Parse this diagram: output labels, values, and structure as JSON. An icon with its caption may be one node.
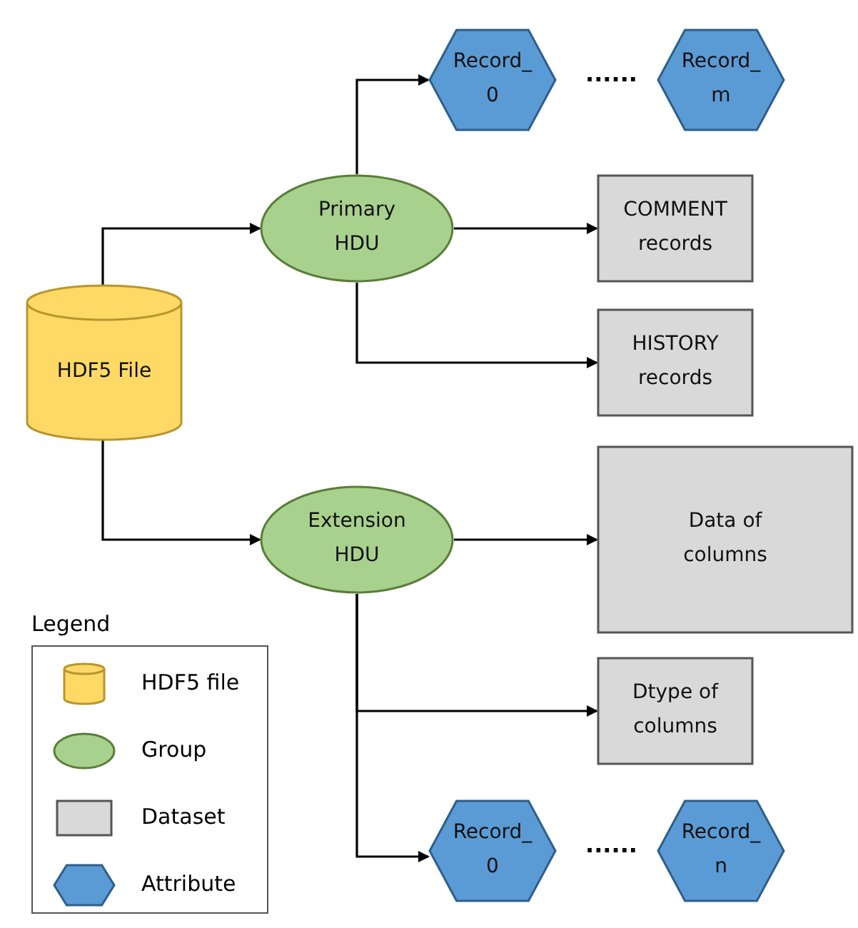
{
  "diagram": {
    "nodes": [
      {
        "text": [
          "HDF5 File"
        ]
      },
      {
        "text": [
          "Primary HDU"
        ]
      },
      {
        "text": [
          "Record_ 0"
        ]
      },
      {
        "text": [
          "Record_ m"
        ]
      },
      {
        "text": [
          "COMMENT records"
        ]
      },
      {
        "text": [
          "HISTORY records"
        ]
      },
      {
        "text": [
          "Extension HDU"
        ]
      },
      {
        "text": [
          "Data of columns"
        ]
      },
      {
        "text": [
          "Dtype of columns"
        ]
      },
      {
        "text": [
          "Record_ 0"
        ]
      },
      {
        "text": [
          "Record_ n"
        ]
      }
    ],
    "edges": [
      {
        "from": 0,
        "to": 1,
        "arrow": "to"
      },
      {
        "from": 0,
        "to": 6,
        "arrow": "to"
      },
      {
        "from": 1,
        "to": 2,
        "arrow": "to"
      },
      {
        "from": 1,
        "to": 4,
        "arrow": "to"
      },
      {
        "from": 1,
        "to": 5,
        "arrow": "to"
      },
      {
        "from": 6,
        "to": 7,
        "arrow": "to"
      },
      {
        "from": 6,
        "to": 8,
        "arrow": "to"
      },
      {
        "from": 6,
        "to": 9,
        "arrow": "to"
      }
    ],
    "labels": [
      "......",
      "......",
      "Legend"
    ],
    "legend": [
      {
        "text": "HDF5 file"
      },
      {
        "text": "Group"
      },
      {
        "text": "Dataset"
      },
      {
        "text": "Attribute"
      }
    ]
  }
}
